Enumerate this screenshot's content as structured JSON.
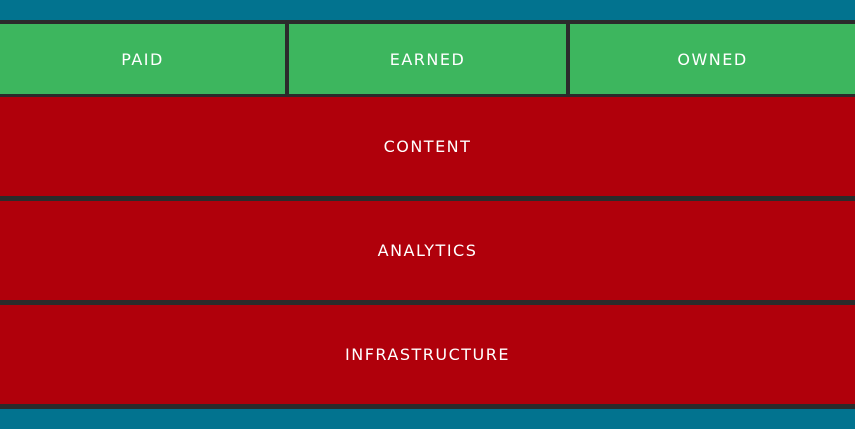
{
  "media_types": {
    "paid": "PAID",
    "earned": "EARNED",
    "owned": "OWNED"
  },
  "layers": {
    "content": "CONTENT",
    "analytics": "ANALYTICS",
    "infrastructure": "INFRASTRUCTURE"
  },
  "colors": {
    "background": "#02738f",
    "media_green": "#3db65e",
    "layer_red": "#b0000b",
    "divider": "#2b2b2b",
    "text": "#ffffff"
  }
}
